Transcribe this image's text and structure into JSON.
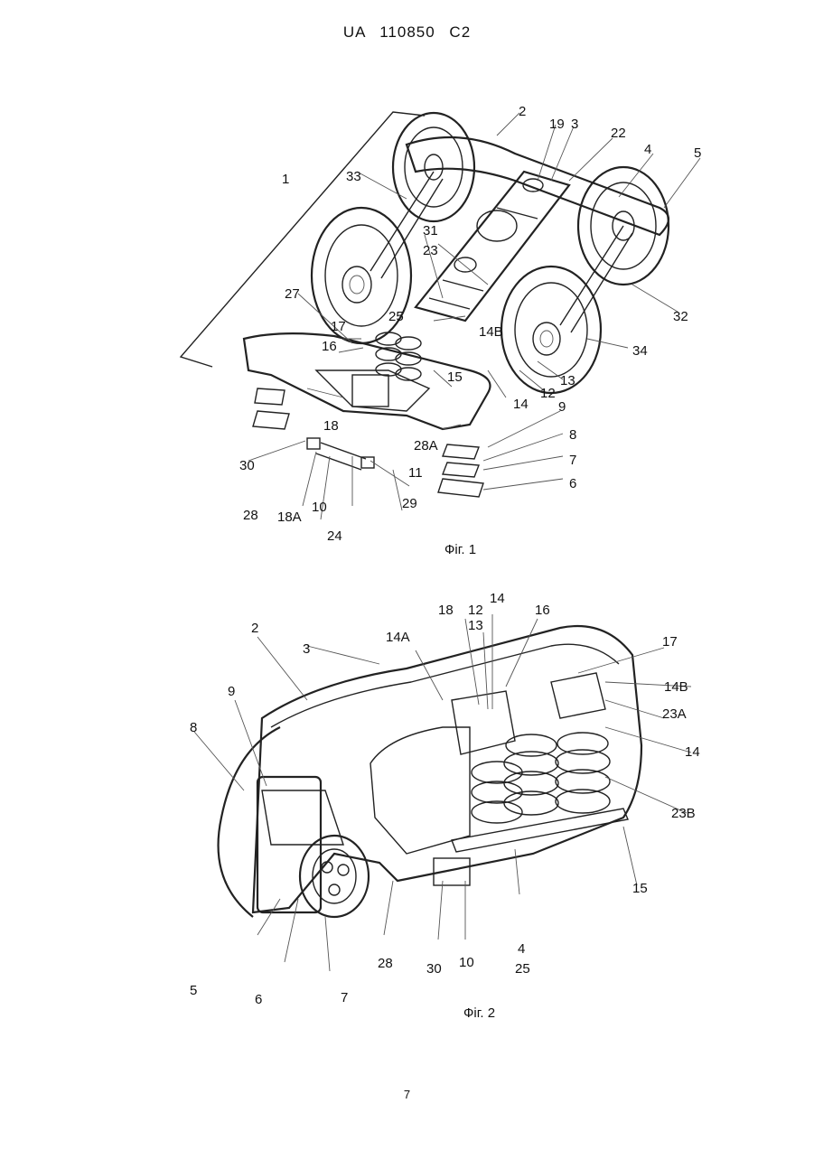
{
  "header": "UA 110850 C2",
  "figures": [
    {
      "caption": "Фіг. 1",
      "labels": [
        "1",
        "2",
        "3",
        "4",
        "5",
        "6",
        "7",
        "8",
        "9",
        "10",
        "11",
        "12",
        "13",
        "14",
        "14B",
        "15",
        "16",
        "17",
        "18",
        "18A",
        "19",
        "22",
        "23",
        "24",
        "25",
        "27",
        "28",
        "28A",
        "29",
        "30",
        "31",
        "32",
        "33",
        "34"
      ]
    },
    {
      "caption": "Фіг. 2",
      "labels": [
        "2",
        "3",
        "4",
        "5",
        "6",
        "7",
        "8",
        "9",
        "10",
        "12",
        "13",
        "14",
        "14",
        "14A",
        "14B",
        "15",
        "16",
        "17",
        "18",
        "23A",
        "23B",
        "25",
        "28",
        "30"
      ]
    }
  ],
  "page_number": "7"
}
